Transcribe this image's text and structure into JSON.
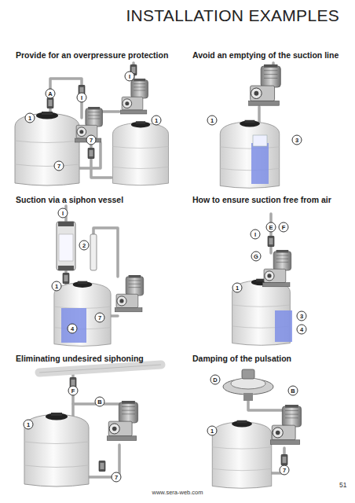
{
  "diagram": {
    "title": "INSTALLATION EXAMPLES",
    "labels": [
      "Provide for an overpressure protection",
      "Avoid an emptying of the suction line",
      "I",
      "A",
      "I",
      "1",
      "1",
      "7",
      "7",
      "1",
      "3",
      "Suction via a siphon vessel",
      "How to ensure suction free from air",
      "I",
      "2",
      "1",
      "7",
      "4",
      "E",
      "F",
      "I",
      "G",
      "1",
      "3",
      "4",
      "Eliminating undesired siphoning",
      "Damping of the pulsation",
      "F",
      "B",
      "1",
      "7",
      "D",
      "B",
      "1",
      "7",
      "www.sera-web.com",
      "51"
    ]
  }
}
